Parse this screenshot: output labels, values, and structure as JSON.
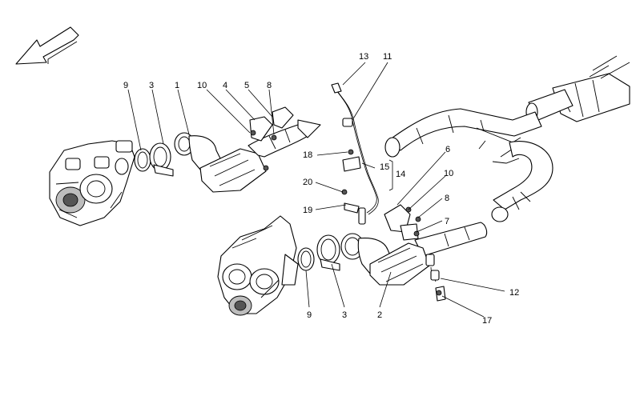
{
  "diagram": {
    "callouts": {
      "c1": "1",
      "c2": "2",
      "c3a": "3",
      "c3b": "3",
      "c4": "4",
      "c5": "5",
      "c6": "6",
      "c7": "7",
      "c8a": "8",
      "c8b": "8",
      "c9a": "9",
      "c9b": "9",
      "c10a": "10",
      "c10b": "10",
      "c11": "11",
      "c12": "12",
      "c13": "13",
      "c14": "14",
      "c15": "15",
      "c17": "17",
      "c18": "18",
      "c19": "19",
      "c20": "20"
    },
    "icons": {
      "direction_arrow": "direction-arrow-icon"
    }
  }
}
